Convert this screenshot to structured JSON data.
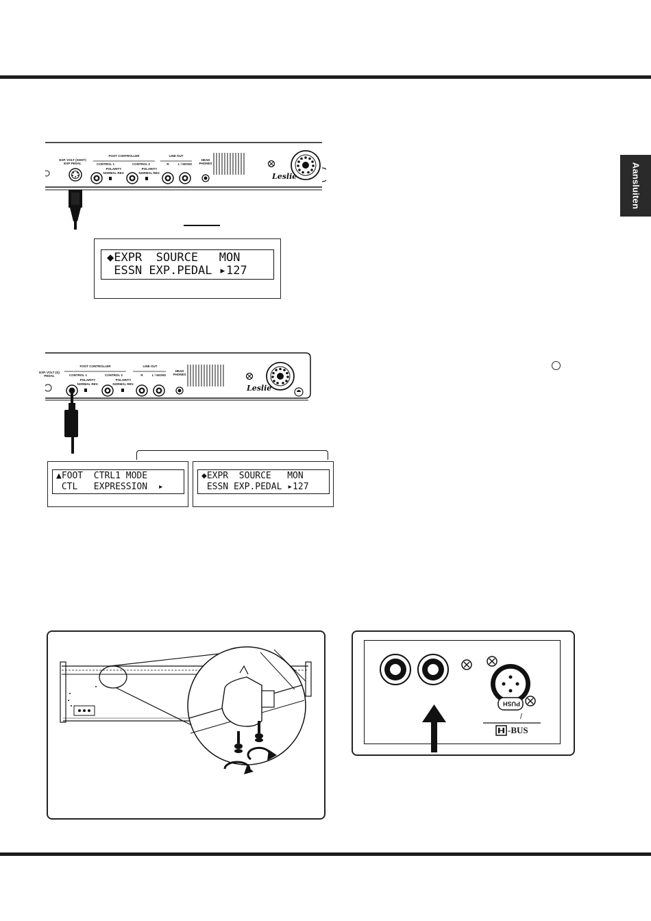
{
  "side_tab": {
    "label": "Aansluiten"
  },
  "panel1": {
    "labels": {
      "exp_pedal": "EXP. VOLT (SHOT)\nEXP PEDAL",
      "foot_controller": "FOOT CONTROLLER",
      "control1": "CONTROL 1",
      "control2": "CONTROL 2",
      "polarity": "POLARITY",
      "normal_rev": "NORMAL  REV.",
      "line_out": "LINE OUT",
      "r": "R",
      "l_mono": "L / MONO",
      "headphones": "HEAD\nPHONES",
      "leslie": "Leslie"
    }
  },
  "lcd1": {
    "line1": "◆EXPR  SOURCE   MON",
    "line2": " ESSN EXP.PEDAL ▸127"
  },
  "panel2": {
    "labels": {
      "exp_pedal": "EXP. VOLT (S)\nPEDAL",
      "foot_controller": "FOOT CONTROLLER",
      "control1": "CONTROL 1",
      "control2": "CONTROL 2",
      "polarity": "POLARITY",
      "normal_rev": "NORMAL  REV.",
      "line_out": "LINE OUT",
      "r": "R",
      "l_mono": "L / MONO",
      "headphones": "HEAD\nPHONES",
      "leslie": "Leslie"
    }
  },
  "lcd2": {
    "line1": "▲FOOT  CTRL1 MODE",
    "line2": " CTL   EXPRESSION  ▸"
  },
  "lcd3": {
    "line1": "◆EXPR  SOURCE   MON",
    "line2": " ESSN EXP.PEDAL ▸127"
  },
  "connector_box": {
    "push_label": "PUSH",
    "bus_label": "-BUS",
    "slash": "/"
  }
}
